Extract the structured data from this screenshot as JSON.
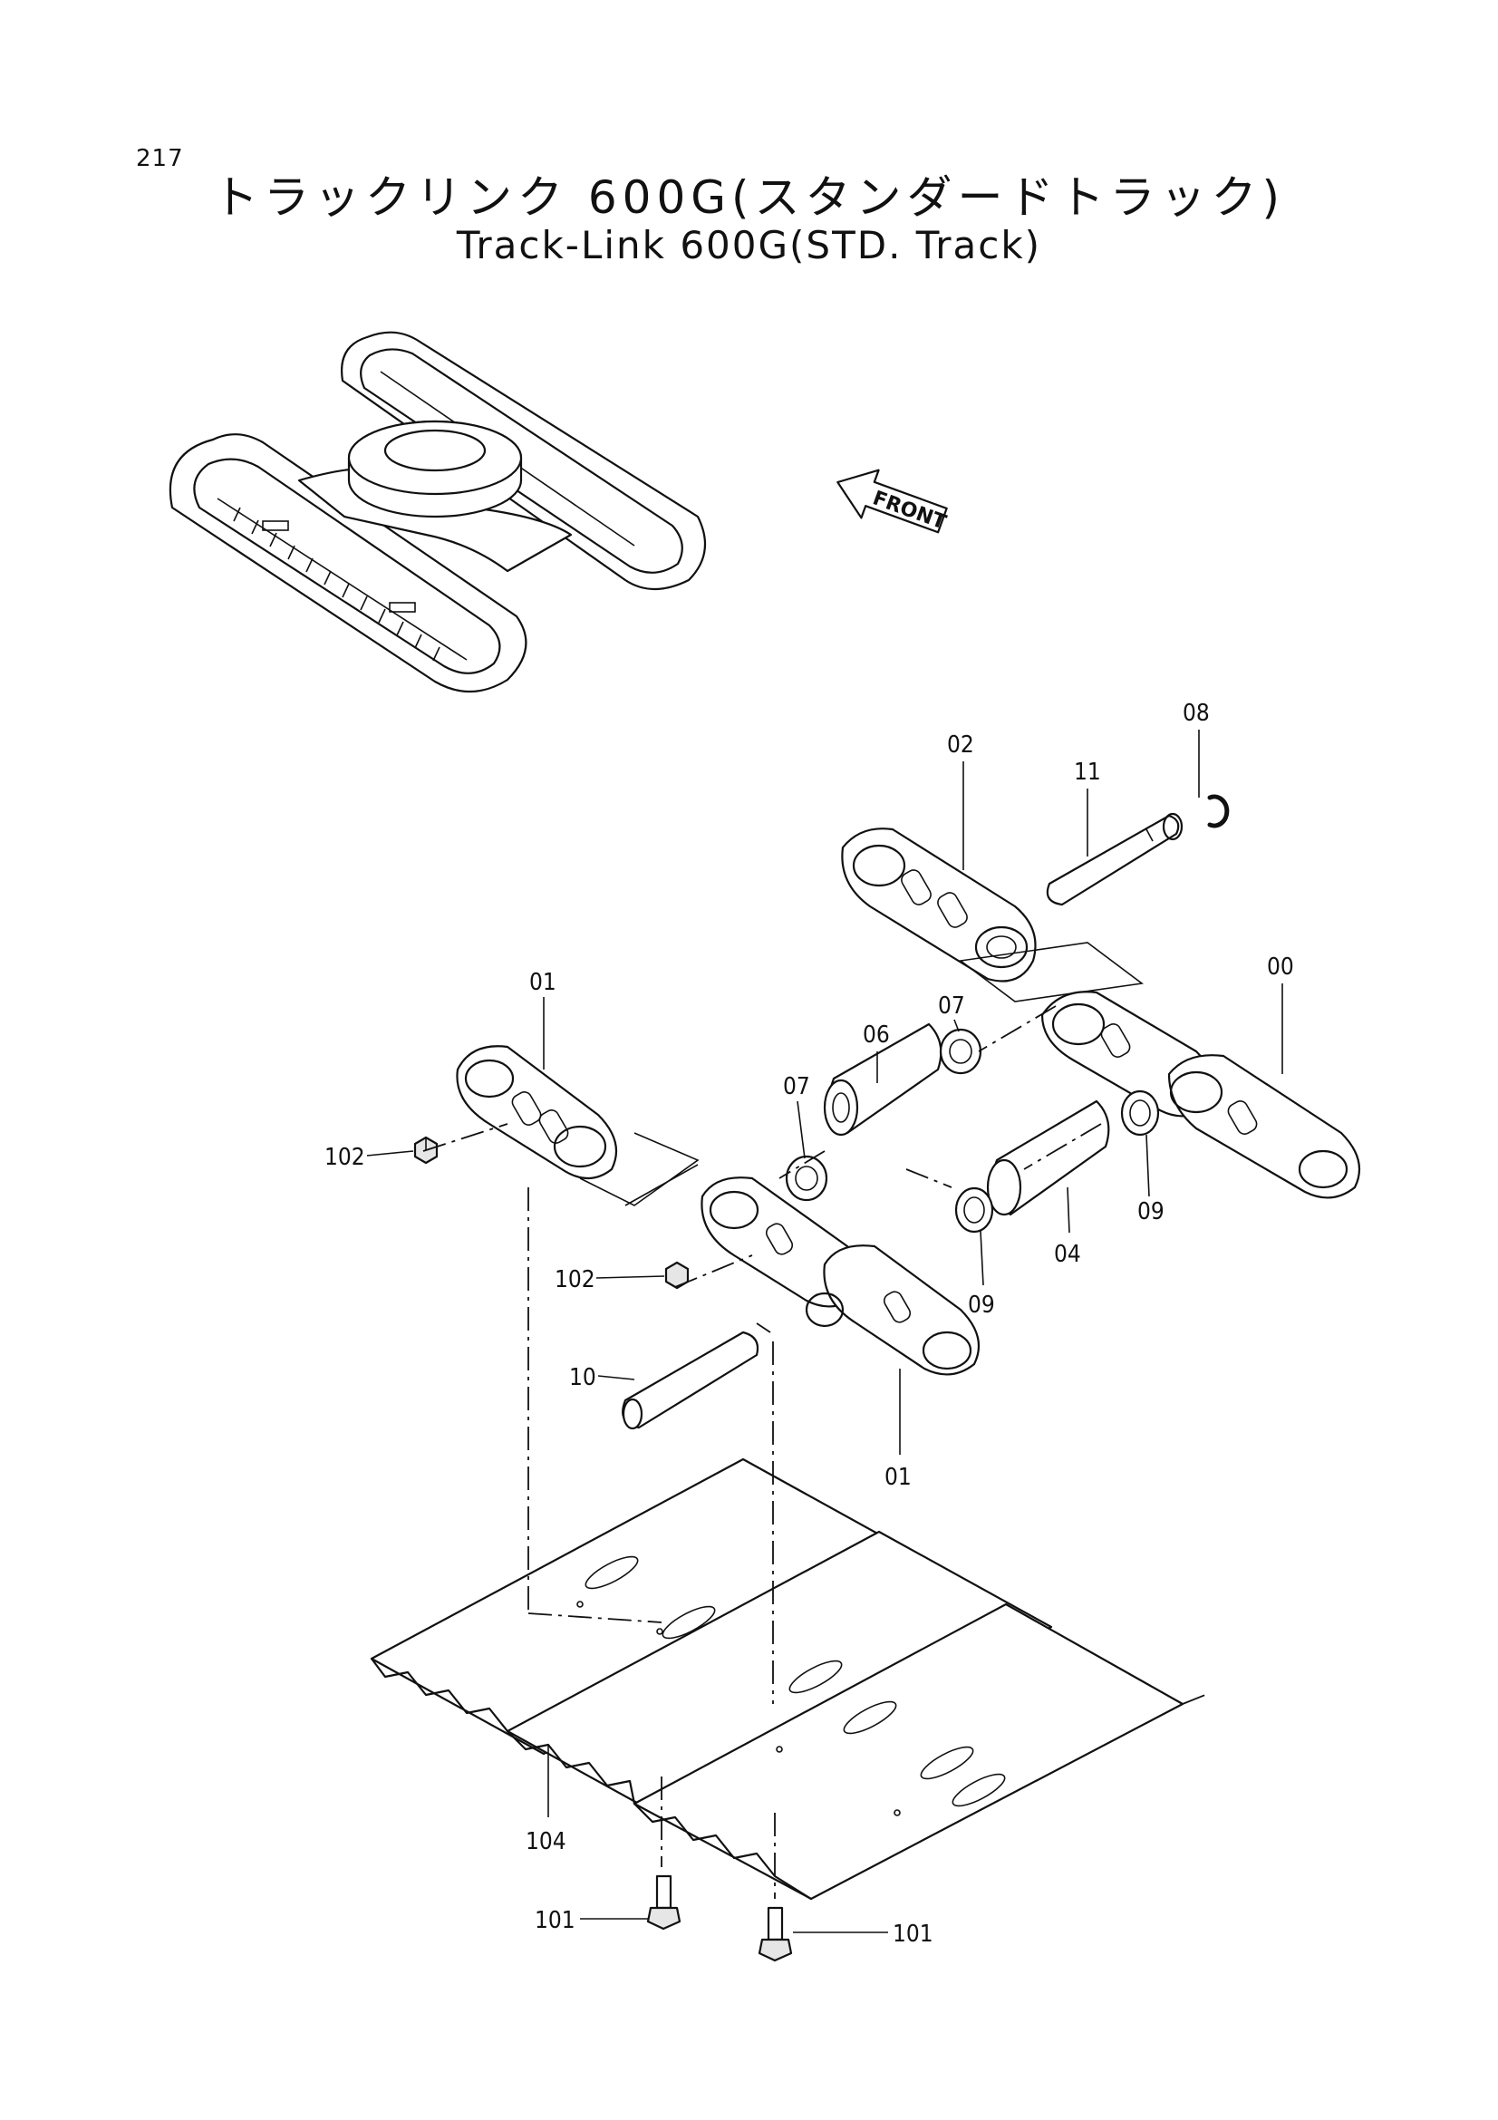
{
  "page_number": "217",
  "title_jp": "トラックリンク 600G(スタンダードトラック)",
  "title_en": "Track-Link 600G(STD. Track)",
  "front_marker": "FRONT",
  "callouts": [
    {
      "id": "c08",
      "label": "08"
    },
    {
      "id": "c02",
      "label": "02"
    },
    {
      "id": "c11",
      "label": "11"
    },
    {
      "id": "c01a",
      "label": "01"
    },
    {
      "id": "c00",
      "label": "00"
    },
    {
      "id": "c07a",
      "label": "07"
    },
    {
      "id": "c06",
      "label": "06"
    },
    {
      "id": "c07b",
      "label": "07"
    },
    {
      "id": "c102a",
      "label": "102"
    },
    {
      "id": "c09a",
      "label": "09"
    },
    {
      "id": "c04",
      "label": "04"
    },
    {
      "id": "c102b",
      "label": "102"
    },
    {
      "id": "c09b",
      "label": "09"
    },
    {
      "id": "c10",
      "label": "10"
    },
    {
      "id": "c01b",
      "label": "01"
    },
    {
      "id": "c104",
      "label": "104"
    },
    {
      "id": "c101a",
      "label": "101"
    },
    {
      "id": "c101b",
      "label": "101"
    }
  ]
}
